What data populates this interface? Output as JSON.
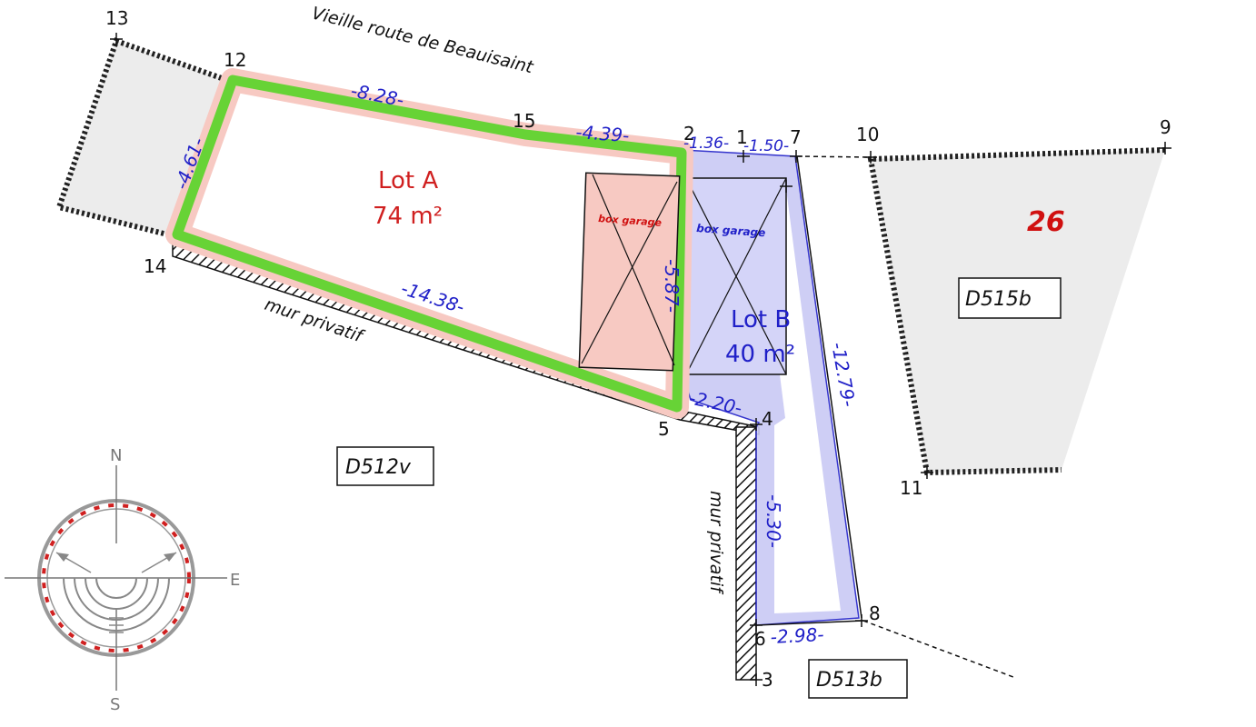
{
  "road_label": "Vieille route de Beauisaint",
  "wall_label": "mur privatif",
  "point_numbers": {
    "p1": "1",
    "p2": "2",
    "p3": "3",
    "p4": "4",
    "p5": "5",
    "p6": "6",
    "p7": "7",
    "p8": "8",
    "p9": "9",
    "p10": "10",
    "p11": "11",
    "p12": "12",
    "p13": "13",
    "p14": "14",
    "p15": "15"
  },
  "dimensions": {
    "d_828": "-8.28-",
    "d_461": "-4.61-",
    "d_439": "-4.39-",
    "d_136": "-1.36-",
    "d_150": "-1.50-",
    "d_1438": "-14.38-",
    "d_587": "-5.87-",
    "d_220": "-2.20-",
    "d_1279": "-12.79-",
    "d_530": "-5.30-",
    "d_298": "-2.98-"
  },
  "lot_a": {
    "name": "Lot A",
    "area": "74 m²"
  },
  "lot_b": {
    "name": "Lot B",
    "area": "40 m²"
  },
  "garage_label": "box garage",
  "parcels": {
    "d512v": "D512v",
    "d513b": "D513b",
    "d515b": "D515b"
  },
  "parcel_number": "26",
  "compass": {
    "north": "N",
    "south": "S",
    "east": "E"
  },
  "colors": {
    "lot_a_outline": "#5ad42a",
    "lot_a_fill": "#f7c9c2",
    "lot_b_fill": "#c9c9f4",
    "dimension_text": "#2020c8",
    "lot_a_text": "#d02020",
    "neighbor_fill": "#ececec"
  }
}
